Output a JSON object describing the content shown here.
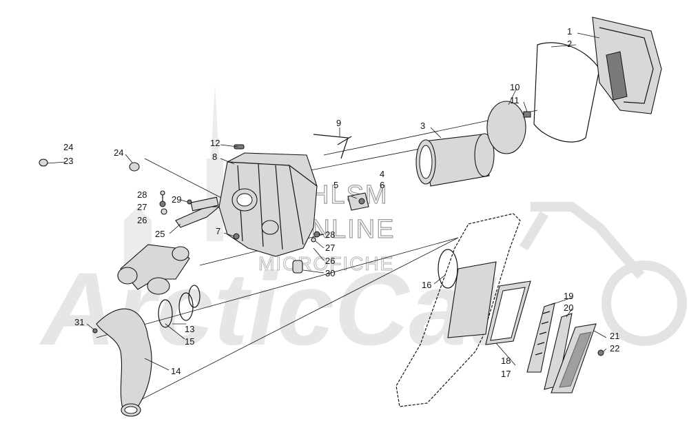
{
  "watermark": {
    "brand": "ArcticCat",
    "line1": "HLSM",
    "line2": "ONLINE",
    "line3": "MICROFICHE"
  },
  "callouts": [
    {
      "id": "c1",
      "label": "1"
    },
    {
      "id": "c2",
      "label": "2"
    },
    {
      "id": "c3",
      "label": "3"
    },
    {
      "id": "c4",
      "label": "4"
    },
    {
      "id": "c5",
      "label": "5"
    },
    {
      "id": "c6",
      "label": "6"
    },
    {
      "id": "c7",
      "label": "7"
    },
    {
      "id": "c8",
      "label": "8"
    },
    {
      "id": "c9",
      "label": "9"
    },
    {
      "id": "c10",
      "label": "10"
    },
    {
      "id": "c11",
      "label": "11"
    },
    {
      "id": "c12",
      "label": "12"
    },
    {
      "id": "c13",
      "label": "13"
    },
    {
      "id": "c14",
      "label": "14"
    },
    {
      "id": "c15",
      "label": "15"
    },
    {
      "id": "c16",
      "label": "16"
    },
    {
      "id": "c17",
      "label": "17"
    },
    {
      "id": "c18",
      "label": "18"
    },
    {
      "id": "c19",
      "label": "19"
    },
    {
      "id": "c20",
      "label": "20"
    },
    {
      "id": "c21",
      "label": "21"
    },
    {
      "id": "c22",
      "label": "22"
    },
    {
      "id": "c23",
      "label": "23"
    },
    {
      "id": "c24a",
      "label": "24"
    },
    {
      "id": "c24b",
      "label": "24"
    },
    {
      "id": "c25",
      "label": "25"
    },
    {
      "id": "c26a",
      "label": "26"
    },
    {
      "id": "c26b",
      "label": "26"
    },
    {
      "id": "c27a",
      "label": "27"
    },
    {
      "id": "c27b",
      "label": "27"
    },
    {
      "id": "c28a",
      "label": "28"
    },
    {
      "id": "c28b",
      "label": "28"
    },
    {
      "id": "c29",
      "label": "29"
    },
    {
      "id": "c30",
      "label": "30"
    },
    {
      "id": "c31",
      "label": "31"
    }
  ]
}
